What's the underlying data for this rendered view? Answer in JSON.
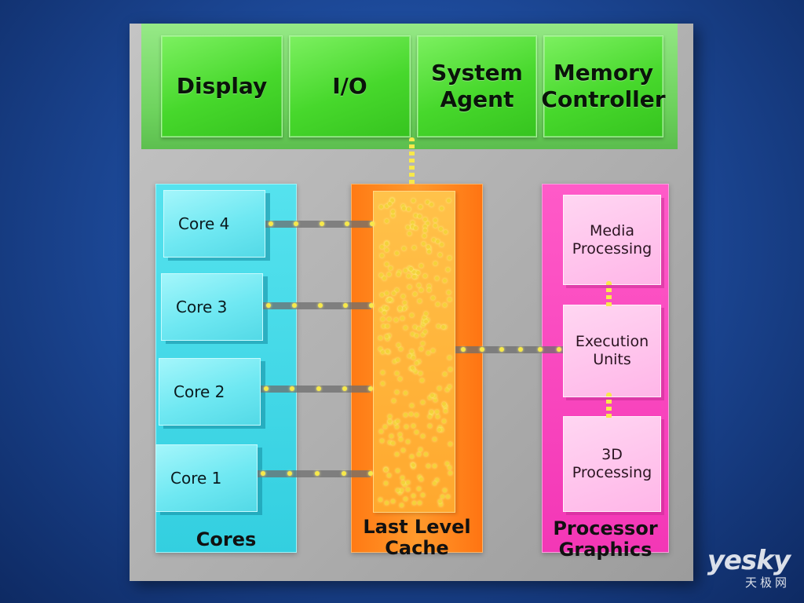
{
  "diagram": {
    "uncore": [
      {
        "label": "Display"
      },
      {
        "label": "I/O"
      },
      {
        "label": "System\nAgent"
      },
      {
        "label": "Memory\nController"
      }
    ],
    "cores": {
      "title": "Cores",
      "items": [
        {
          "label": "Core 4"
        },
        {
          "label": "Core 3"
        },
        {
          "label": "Core 2"
        },
        {
          "label": "Core 1"
        }
      ]
    },
    "cache": {
      "title": "Last Level\nCache"
    },
    "graphics": {
      "title": "Processor\nGraphics",
      "items": [
        {
          "label": "Media\nProcessing"
        },
        {
          "label": "Execution\nUnits"
        },
        {
          "label": "3D\nProcessing"
        }
      ]
    },
    "colors": {
      "uncore": "#47d82c",
      "cores": "#33cfe0",
      "cache": "#ff8a1e",
      "graphics": "#f337b6",
      "interconnect": "#f7e94a"
    }
  },
  "watermark": {
    "brand": "yesky",
    "chinese": "天极网"
  }
}
